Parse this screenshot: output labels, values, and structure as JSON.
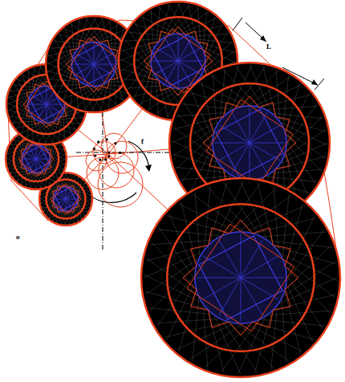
{
  "diagram": {
    "labels": [
      "L",
      "o",
      "f"
    ]
  }
}
